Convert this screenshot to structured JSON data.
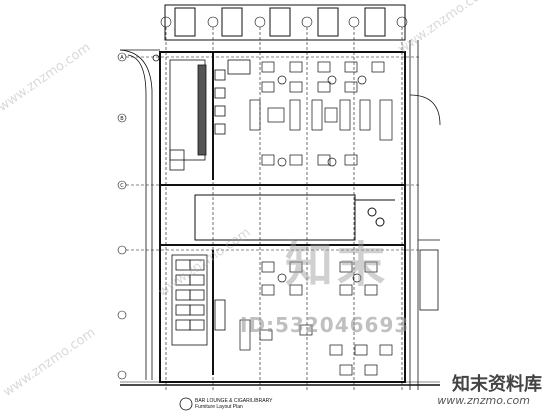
{
  "watermark": {
    "logo_text": "知末",
    "id_text": "ID:532046693",
    "brand_cn": "知末资料库",
    "brand_url": "www.znzmo.com",
    "diagonal_text": "www.znzmo.com"
  },
  "title_block": {
    "line1": "BAR LOUNGE & CIGAR/LIBRARY",
    "line2": "Furniture Layout Plan"
  },
  "grid_markers": [
    "A",
    "B",
    "C"
  ],
  "colors": {
    "line": "#111111",
    "wall": "#222222",
    "watermark": "#999999"
  }
}
